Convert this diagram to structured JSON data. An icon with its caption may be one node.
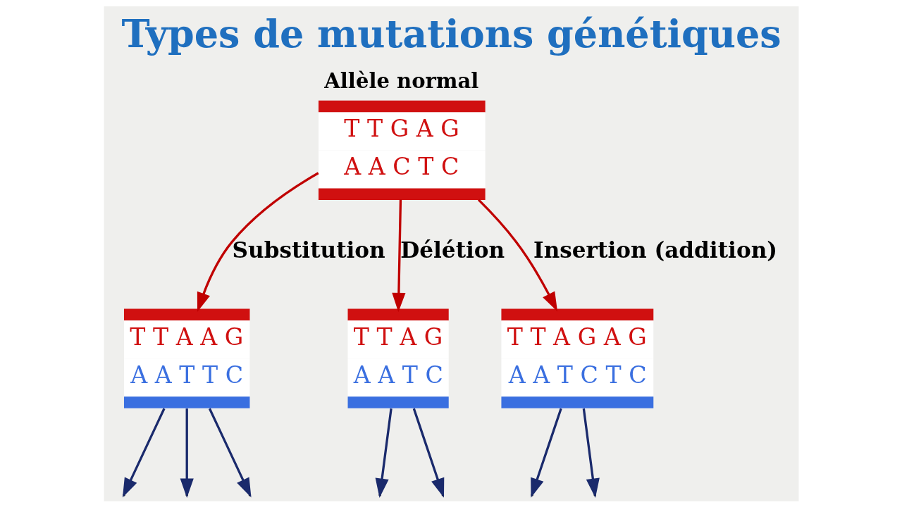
{
  "diagram": {
    "title": "Types de mutations génétiques",
    "nodes": [
      {
        "text": [
          "Allèle normal",
          "T T G A G",
          "A A C T C"
        ]
      },
      {
        "text": [
          "T T A A G",
          "A A T T C"
        ]
      },
      {
        "text": [
          "T T A G",
          "A A T C"
        ]
      },
      {
        "text": [
          "T T A G A G",
          "A A T C T C"
        ]
      }
    ],
    "edges": [
      {
        "from": 0,
        "to": 1,
        "arrow": "to",
        "label": "Substitution",
        "color": "#c00000"
      },
      {
        "from": 0,
        "to": 2,
        "arrow": "to",
        "label": "Délétion",
        "color": "#c00000"
      },
      {
        "from": 0,
        "to": 3,
        "arrow": "to",
        "label": "Insertion (addition)",
        "color": "#c00000"
      },
      {
        "from": 1,
        "to": null,
        "arrow": "to"
      },
      {
        "from": 1,
        "to": null,
        "arrow": "to"
      },
      {
        "from": 1,
        "to": null,
        "arrow": "to"
      },
      {
        "from": 2,
        "to": null,
        "arrow": "to"
      },
      {
        "from": 2,
        "to": null,
        "arrow": "to"
      },
      {
        "from": 3,
        "to": null,
        "arrow": "to"
      },
      {
        "from": 3,
        "to": null,
        "arrow": "to"
      }
    ]
  }
}
